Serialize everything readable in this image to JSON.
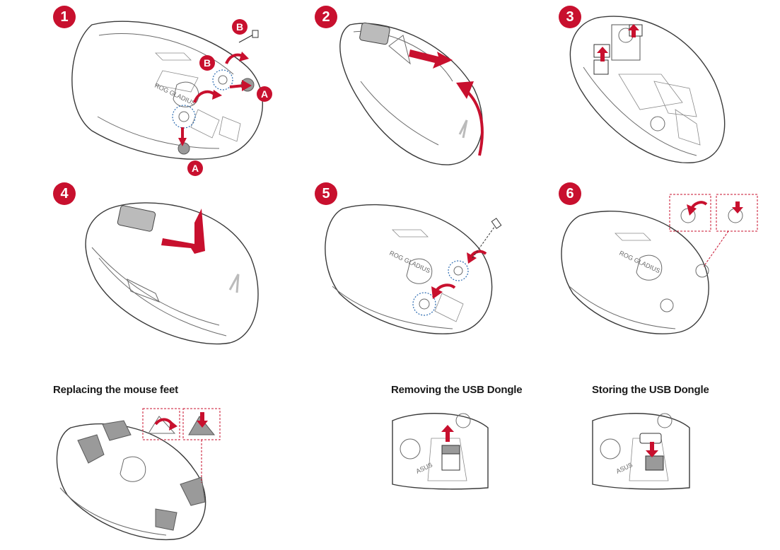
{
  "steps": [
    {
      "number": "1",
      "labels": [
        "B",
        "B",
        "A",
        "A"
      ]
    },
    {
      "number": "2"
    },
    {
      "number": "3"
    },
    {
      "number": "4"
    },
    {
      "number": "5"
    },
    {
      "number": "6"
    }
  ],
  "sections": {
    "feet_heading": "Replacing the mouse feet",
    "remove_dongle_heading": "Removing the USB Dongle",
    "store_dongle_heading": "Storing the USB Dongle"
  },
  "colors": {
    "accent": "#c8102e",
    "line": "#3a3a3a",
    "highlight": "#2a6ab0"
  },
  "icons": [
    "screw-icon",
    "rotate-arrow-icon",
    "rog-logo-icon",
    "asus-logo-icon"
  ]
}
